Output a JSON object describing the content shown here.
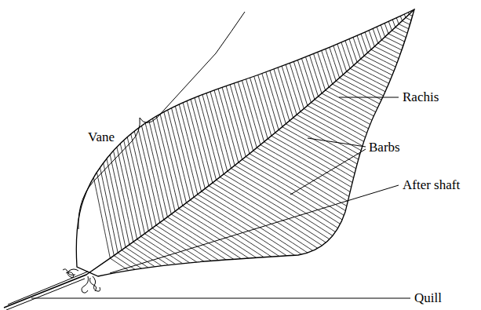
{
  "diagram": {
    "labels": [
      "Vane",
      "Rachis",
      "Barbs",
      "After shaft",
      "Quill"
    ]
  }
}
